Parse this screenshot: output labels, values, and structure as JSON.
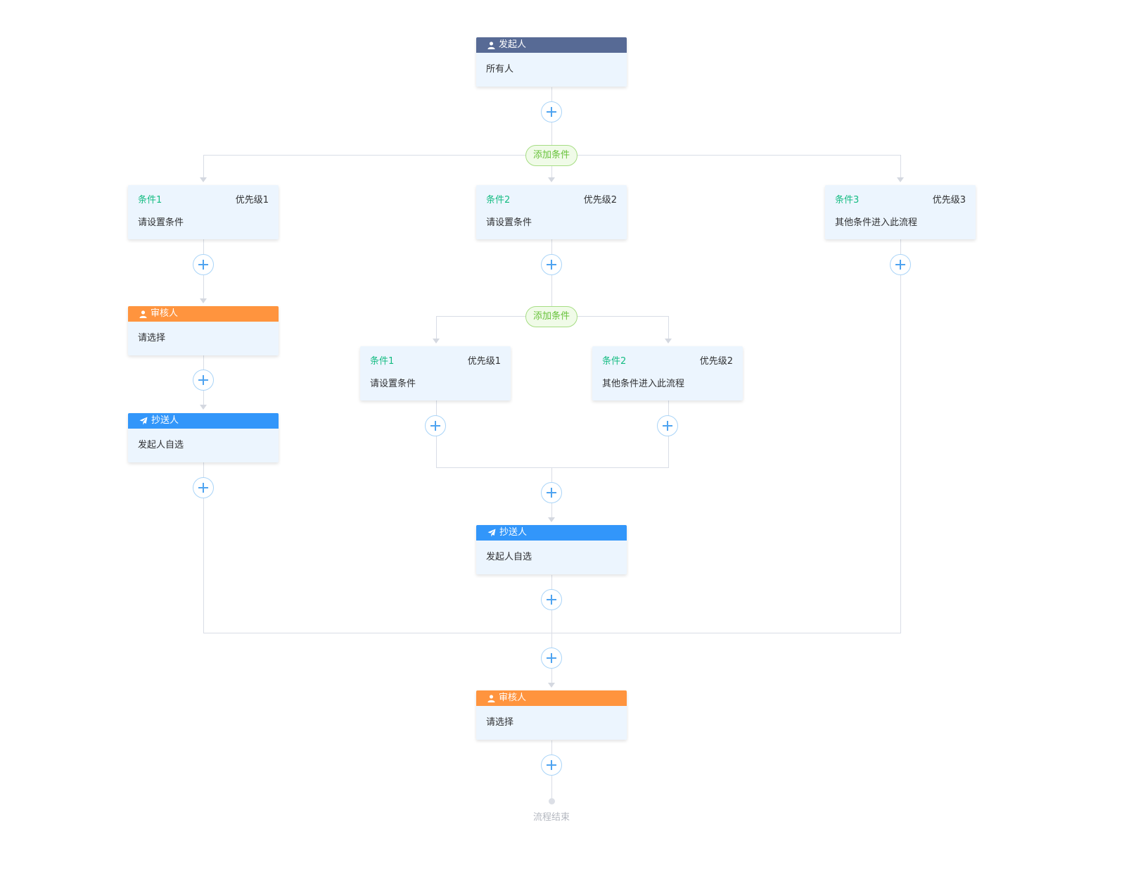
{
  "colors": {
    "start_header": "#576a95",
    "approver_header": "#ff943e",
    "cc_header": "#3296fa",
    "card_bg": "#ecf5fe",
    "condition_title": "#15bc83",
    "add_condition": "#67c23a",
    "line": "#d9dde6"
  },
  "start_node": {
    "title": "发起人",
    "content": "所有人",
    "icon": "user-icon"
  },
  "branches": {
    "add_condition_label": "添加条件",
    "conditions": [
      {
        "title": "条件1",
        "priority": "优先级1",
        "content": "请设置条件"
      },
      {
        "title": "条件2",
        "priority": "优先级2",
        "content": "请设置条件"
      },
      {
        "title": "条件3",
        "priority": "优先级3",
        "content": "其他条件进入此流程"
      }
    ],
    "branch1_nodes": [
      {
        "type": "approver",
        "title": "审核人",
        "content": "请选择",
        "icon": "user-icon"
      },
      {
        "type": "cc",
        "title": "抄送人",
        "content": "发起人自选",
        "icon": "send-icon"
      }
    ],
    "nested": {
      "add_condition_label": "添加条件",
      "conditions": [
        {
          "title": "条件1",
          "priority": "优先级1",
          "content": "请设置条件"
        },
        {
          "title": "条件2",
          "priority": "优先级2",
          "content": "其他条件进入此流程"
        }
      ]
    },
    "branch2_after_nested": {
      "type": "cc",
      "title": "抄送人",
      "content": "发起人自选",
      "icon": "send-icon"
    }
  },
  "final_approver": {
    "title": "审核人",
    "content": "请选择",
    "icon": "user-icon"
  },
  "end_label": "流程结束"
}
